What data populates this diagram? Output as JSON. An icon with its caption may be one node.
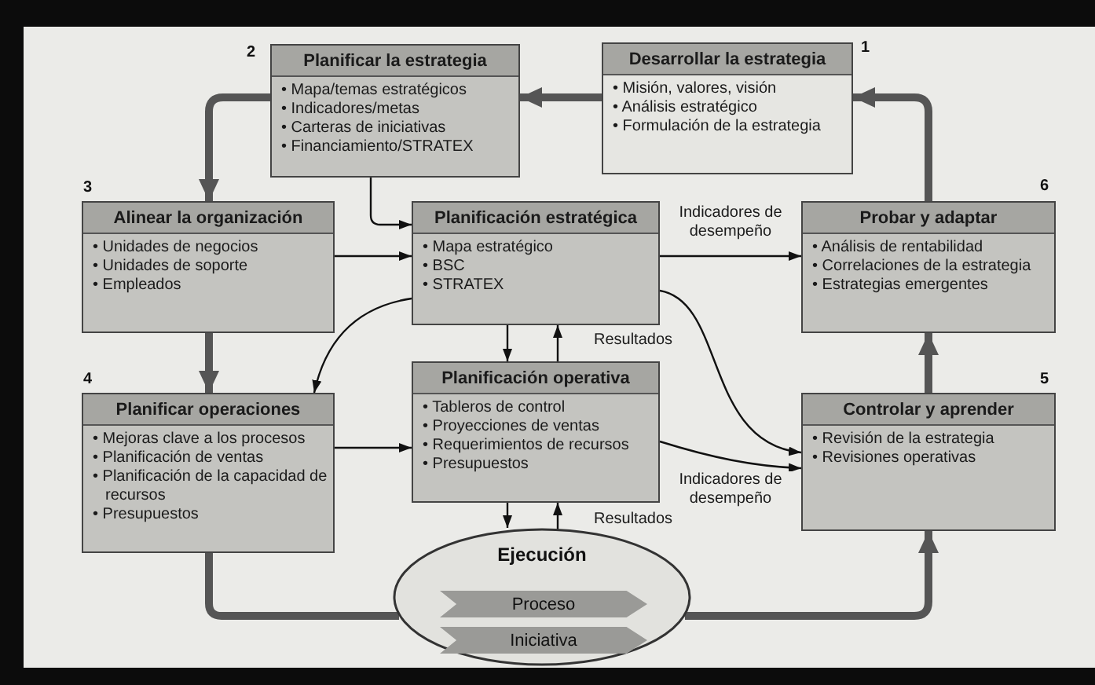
{
  "diagram": {
    "nodes": [
      {
        "text": [
          "Desarrollar la estrategia",
          "• Misión, valores, visión",
          "• Análisis estratégico",
          "• Formulación de la estrategia"
        ],
        "beside": [
          "1"
        ]
      },
      {
        "text": [
          "Planificar la estrategia",
          "• Mapa/temas estratégicos",
          "• Indicadores/metas",
          "• Carteras de iniciativas",
          "• Financiamiento/STRATEX"
        ],
        "beside": [
          "2"
        ]
      },
      {
        "text": [
          "Alinear la organización",
          "• Unidades de negocios",
          "• Unidades de soporte",
          "• Empleados"
        ],
        "beside": [
          "3"
        ]
      },
      {
        "text": [
          "Planificación estratégica",
          "• Mapa estratégico",
          "• BSC",
          "• STRATEX"
        ]
      },
      {
        "text": [
          "Probar y adaptar",
          "• Análisis de rentabilidad",
          "• Correlaciones de la estrategia",
          "• Estrategias emergentes"
        ],
        "beside": [
          "6"
        ]
      },
      {
        "text": [
          "Planificar operaciones",
          "• Mejoras clave a los procesos",
          "• Planificación de ventas",
          "• Planificación de la capacidad de recursos",
          "• Presupuestos"
        ],
        "beside": [
          "4"
        ]
      },
      {
        "text": [
          "Planificación operativa",
          "• Tableros de control",
          "• Proyecciones de ventas",
          "• Requerimientos de recursos",
          "• Presupuestos"
        ]
      },
      {
        "text": [
          "Controlar y aprender",
          "• Revisión de la estrategia",
          "• Revisiones operativas"
        ],
        "beside": [
          "5"
        ]
      },
      {
        "text": [
          "Ejecución"
        ]
      },
      {
        "text": [
          "Proceso"
        ],
        "in": 8
      },
      {
        "text": [
          "Iniciativa"
        ],
        "in": 8
      }
    ],
    "edges": [
      {
        "from": 0,
        "to": 1,
        "arrow": "to",
        "style": "thick",
        "color": "#555555"
      },
      {
        "from": 1,
        "to": 2,
        "arrow": "to",
        "style": "thick",
        "color": "#555555"
      },
      {
        "from": 1,
        "to": 3,
        "arrow": "to"
      },
      {
        "from": 2,
        "to": 3,
        "arrow": "to"
      },
      {
        "from": 3,
        "to": 4,
        "arrow": "to",
        "label": "Indicadores de desempeño"
      },
      {
        "from": 2,
        "to": 5,
        "arrow": "to",
        "style": "thick",
        "color": "#555555"
      },
      {
        "from": 3,
        "to": 5,
        "arrow": "to"
      },
      {
        "from": 3,
        "to": 6,
        "arrow": "to"
      },
      {
        "from": 6,
        "to": 3,
        "arrow": "to",
        "label": "Resultados"
      },
      {
        "from": 3,
        "to": 7,
        "arrow": "to"
      },
      {
        "from": 5,
        "to": 6,
        "arrow": "to"
      },
      {
        "from": 6,
        "to": 7,
        "arrow": "to",
        "label": "Indicadores de desempeño"
      },
      {
        "from": 6,
        "to": 8,
        "arrow": "to"
      },
      {
        "from": 8,
        "to": 6,
        "arrow": "to",
        "label": "Resultados"
      },
      {
        "from": 5,
        "to": 8,
        "arrow": "none",
        "style": "thick",
        "color": "#555555"
      },
      {
        "from": 8,
        "to": 7,
        "arrow": "to",
        "style": "thick",
        "color": "#555555"
      },
      {
        "from": 7,
        "to": 4,
        "arrow": "to",
        "style": "thick",
        "color": "#555555"
      },
      {
        "from": 4,
        "to": 0,
        "arrow": "to",
        "style": "thick",
        "color": "#555555"
      }
    ]
  }
}
